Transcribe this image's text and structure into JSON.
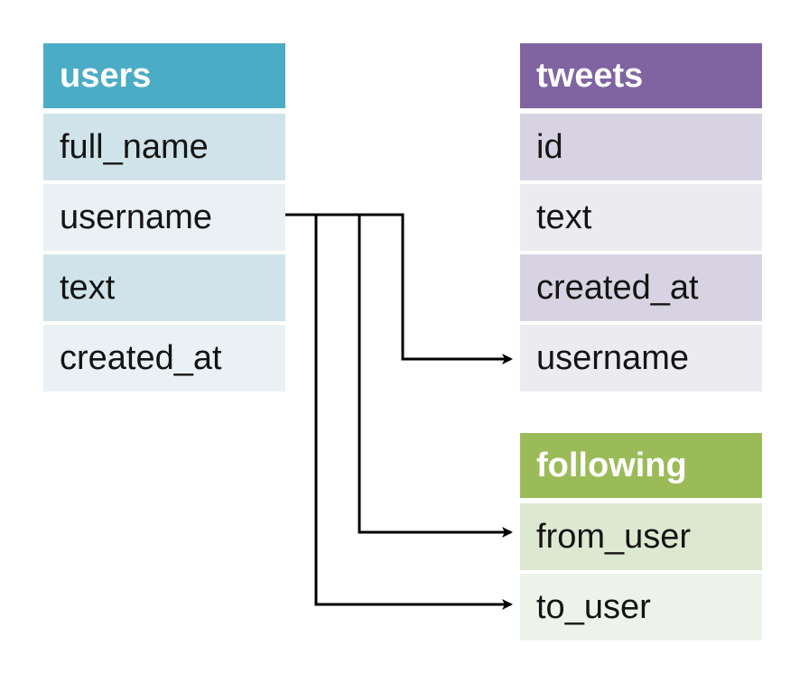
{
  "tables": {
    "users": {
      "title": "users",
      "header_color": "#4bacc6",
      "row_colors": [
        "#d0e3ea",
        "#e9f1f4"
      ],
      "fields": [
        "full_name",
        "username",
        "text",
        "created_at"
      ]
    },
    "tweets": {
      "title": "tweets",
      "header_color": "#8064a2",
      "row_colors": [
        "#d8d3e2",
        "#ecebf0"
      ],
      "fields": [
        "id",
        "text",
        "created_at",
        "username"
      ]
    },
    "following": {
      "title": "following",
      "header_color": "#9bbb59",
      "row_colors": [
        "#dde8d1",
        "#eef3e9"
      ],
      "fields": [
        "from_user",
        "to_user"
      ]
    }
  },
  "relationships": [
    {
      "from": "users.username",
      "to": "tweets.username"
    },
    {
      "from": "users.username",
      "to": "following.from_user"
    },
    {
      "from": "users.username",
      "to": "following.to_user"
    }
  ]
}
